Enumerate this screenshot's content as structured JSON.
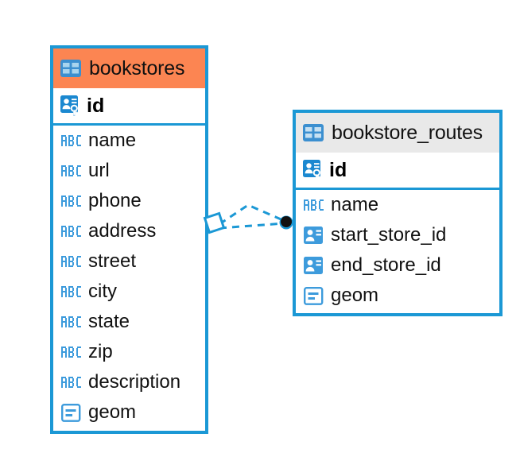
{
  "diagram": {
    "type": "entity-relationship-diagram",
    "accent_blue": "#1B98D5",
    "header_orange": "#FC8552",
    "header_gray": "#E9E9E9",
    "background": "#FFFFFF"
  },
  "entities": [
    {
      "name": "bookstores",
      "header_color": "#FC8552",
      "columns": [
        {
          "name": "id",
          "icon": "primary-key-icon",
          "type": "primary-key"
        },
        {
          "name": "name",
          "icon": "abc-text-icon",
          "type": "text"
        },
        {
          "name": "url",
          "icon": "abc-text-icon",
          "type": "text"
        },
        {
          "name": "phone",
          "icon": "abc-text-icon",
          "type": "text"
        },
        {
          "name": "address",
          "icon": "abc-text-icon",
          "type": "text"
        },
        {
          "name": "street",
          "icon": "abc-text-icon",
          "type": "text"
        },
        {
          "name": "city",
          "icon": "abc-text-icon",
          "type": "text"
        },
        {
          "name": "state",
          "icon": "abc-text-icon",
          "type": "text"
        },
        {
          "name": "zip",
          "icon": "abc-text-icon",
          "type": "text"
        },
        {
          "name": "description",
          "icon": "abc-text-icon",
          "type": "text"
        },
        {
          "name": "geom",
          "icon": "geometry-icon",
          "type": "geometry"
        }
      ]
    },
    {
      "name": "bookstore_routes",
      "header_color": "#E9E9E9",
      "columns": [
        {
          "name": "id",
          "icon": "primary-key-icon",
          "type": "primary-key"
        },
        {
          "name": "name",
          "icon": "abc-text-icon",
          "type": "text"
        },
        {
          "name": "start_store_id",
          "icon": "foreign-key-icon",
          "type": "foreign-key"
        },
        {
          "name": "end_store_id",
          "icon": "foreign-key-icon",
          "type": "foreign-key"
        },
        {
          "name": "geom",
          "icon": "geometry-icon",
          "type": "geometry"
        }
      ]
    }
  ],
  "relationship": {
    "from": "bookstores",
    "to": "bookstore_routes",
    "line_style": "dashed",
    "color": "#1B98D5",
    "source_marker": "diamond",
    "target_marker": "filled-circle"
  }
}
